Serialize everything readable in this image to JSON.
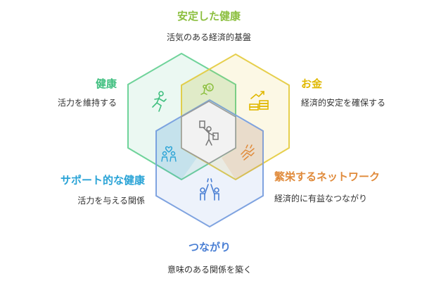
{
  "diagram": {
    "top": {
      "title": "安定した健康",
      "desc": "活気のある経済的基盤",
      "color": "#8cbf3f"
    },
    "left": {
      "title": "健康",
      "desc": "活力を維持する",
      "color": "#3fbf7f"
    },
    "right": {
      "title": "お金",
      "desc": "経済的安定を確保する",
      "color": "#e0b800"
    },
    "bottom_left": {
      "title": "サポート的な健康",
      "desc": "活力を与える関係",
      "color": "#29a3d6"
    },
    "bottom_right": {
      "title": "繁栄するネットワーク",
      "desc": "経済的に有益なつながり",
      "color": "#e08a3a"
    },
    "bottom": {
      "title": "つながり",
      "desc": "意味のある関係を築く",
      "color": "#4a7fd4"
    },
    "icons": {
      "health": "running-person-icon",
      "money": "money-growth-icon",
      "connection": "high-five-icon",
      "stable_health": "person-with-money-icon",
      "supportive_health": "people-heart-icon",
      "thriving_network": "handshake-icon",
      "center": "balanced-person-icon"
    }
  }
}
